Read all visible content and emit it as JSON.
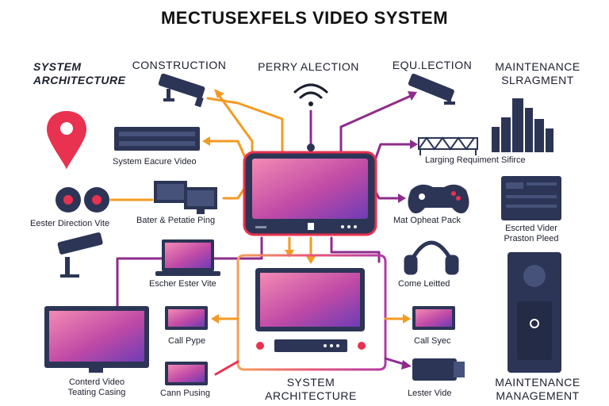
{
  "title": "MECTUSEXFELS VIDEO SYSTEM",
  "headers": {
    "system_architecture_top": "SYSTEM\nARCHITECTURE",
    "construction": "CONSTRUCTION",
    "perry_alection": "PERRY ALECTION",
    "equ_lection": "EQU.LECTION",
    "maintenance_slragment": "MAINTENANCE\nSLRAGMENT",
    "system_architecture_bottom": "SYSTEM\nARCHITECTURE",
    "maintenance_management": "MAINTENANCE\nMANAGEMENT"
  },
  "labels": {
    "system_eacure_video": "System Eacure Video",
    "ester_direction_vite": "Eester Direction Vite",
    "bater_petatie_ping": "Bater & Petatie Ping",
    "escher_ester_vite": "Escher Ester Vite",
    "contered_video": "Conterd Video\nTeating Casing",
    "call_pype": "Call Pype",
    "cann_pusing": "Cann Pusing",
    "larging_requirment": "Larging Requiment Sifirce",
    "mat_opheat_pack": "Mat Opheat Pack",
    "escrted_vider": "Escrted Vider\nPraston Pleed",
    "come_letted": "Come Leitted",
    "call_syec": "Call Syec",
    "lester_vide": "Lester Vide"
  },
  "colors": {
    "orange": "#f39a23",
    "purple": "#8e2c8c",
    "navy": "#2c3556",
    "screen_from": "#f06ea2",
    "screen_to": "#7a3fb8",
    "red": "#e8324f"
  }
}
